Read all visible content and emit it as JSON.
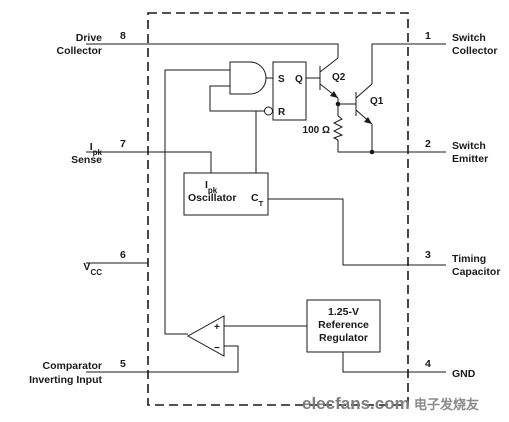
{
  "pins": {
    "p8": {
      "number": "8",
      "label_line1": "Drive",
      "label_line2": "Collector"
    },
    "p7": {
      "number": "7",
      "label_main": "I",
      "label_sub": "pk",
      "label_line2": "Sense"
    },
    "p6": {
      "number": "6",
      "label_main": "V",
      "label_sub": "CC"
    },
    "p5": {
      "number": "5",
      "label_line1": "Comparator",
      "label_line2": "Inverting Input"
    },
    "p1": {
      "number": "1",
      "label_line1": "Switch",
      "label_line2": "Collector"
    },
    "p2": {
      "number": "2",
      "label_line1": "Switch",
      "label_line2": "Emitter"
    },
    "p3": {
      "number": "3",
      "label_line1": "Timing",
      "label_line2": "Capacitor"
    },
    "p4": {
      "number": "4",
      "label_line1": "GND"
    }
  },
  "blocks": {
    "latch": {
      "s": "S",
      "r": "R",
      "q": "Q"
    },
    "oscillator": {
      "title_main": "I",
      "title_sub": "pk",
      "title_line2": "Oscillator",
      "ct_main": "C",
      "ct_sub": "T"
    },
    "reference": {
      "line1": "1.25-V",
      "line2": "Reference",
      "line3": "Regulator"
    },
    "comparator": {
      "plus": "+",
      "minus": "−"
    }
  },
  "transistors": {
    "q2": "Q2",
    "q1": "Q1"
  },
  "resistor": {
    "label": "100 Ω"
  },
  "watermark": {
    "site": "elecfans.com",
    "cn": "电子发烧友"
  }
}
